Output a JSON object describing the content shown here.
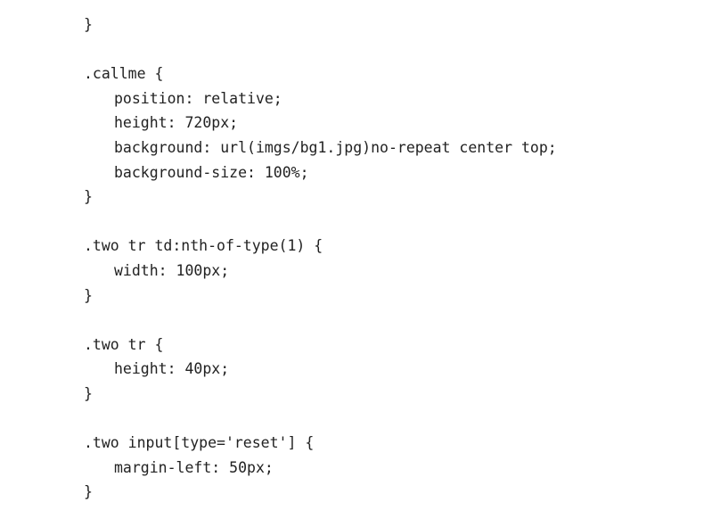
{
  "code": {
    "lines": [
      {
        "text": "}",
        "indent": 0
      },
      {
        "text": "",
        "indent": 0
      },
      {
        "text": ".callme {",
        "indent": 0
      },
      {
        "text": "position: relative;",
        "indent": 1
      },
      {
        "text": "height: 720px;",
        "indent": 1
      },
      {
        "text": "background: url(imgs/bg1.jpg)no-repeat center top;",
        "indent": 1
      },
      {
        "text": "background-size: 100%;",
        "indent": 1
      },
      {
        "text": "}",
        "indent": 0
      },
      {
        "text": "",
        "indent": 0
      },
      {
        "text": ".two tr td:nth-of-type(1) {",
        "indent": 0
      },
      {
        "text": "width: 100px;",
        "indent": 1
      },
      {
        "text": "}",
        "indent": 0
      },
      {
        "text": "",
        "indent": 0
      },
      {
        "text": ".two tr {",
        "indent": 0
      },
      {
        "text": "height: 40px;",
        "indent": 1
      },
      {
        "text": "}",
        "indent": 0
      },
      {
        "text": "",
        "indent": 0
      },
      {
        "text": ".two input[type='reset'] {",
        "indent": 0
      },
      {
        "text": "margin-left: 50px;",
        "indent": 1
      },
      {
        "text": "}",
        "indent": 0
      }
    ]
  }
}
